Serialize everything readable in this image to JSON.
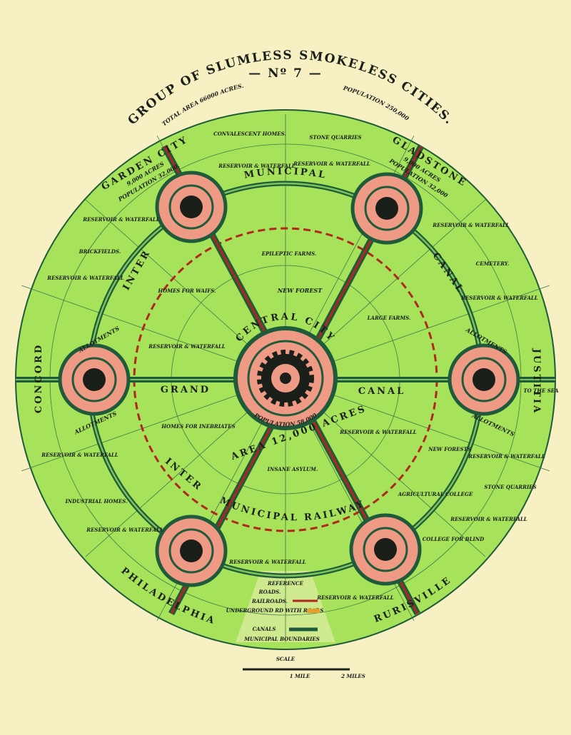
{
  "header": {
    "number": "— Nº 7 —",
    "title": "GROUP OF SLUMLESS SMOKELESS CITIES.",
    "total_area": "TOTAL AREA 66000 ACRES.",
    "population": "POPULATION 250,000"
  },
  "cities": {
    "garden_city": {
      "name": "GARDEN CITY",
      "acres": "9,000 ACRES",
      "population": "POPULATION 32,000."
    },
    "gladstone": {
      "name": "GLADSTONE",
      "acres": "9,000 ACRES",
      "population": "POPULATION 32,000"
    },
    "concord": {
      "name": "CONCORD"
    },
    "justitia": {
      "name": "JUSTITIA"
    },
    "philadelphia": {
      "name": "PHILADELPHIA"
    },
    "rurisville": {
      "name": "RURISVILLE"
    },
    "central": {
      "name": "CENTRAL CITY",
      "population": "POPULATION 58,000",
      "area": "AREA 12,000 ACRES"
    }
  },
  "canal": {
    "municipal_top": "MUNICIPAL",
    "canal_right": "CANAL",
    "inter_left": "INTER",
    "grand": "GRAND",
    "canal_mid": "CANAL",
    "inter_bottom": "INTER",
    "municipal_railway": "MUNICIPAL RAILWAY"
  },
  "labels": {
    "convalescent": "CONVALESCENT HOMES.",
    "stone_quarries": "STONE QUARRIES",
    "brickfields": "BRICKFIELDS.",
    "cemetery": "CEMETERY.",
    "epileptic": "EPILEPTIC FARMS.",
    "new_forest": "NEW FOREST",
    "homes_waifs": "HOMES FOR WAIFS.",
    "large_farms": "LARGE FARMS.",
    "homes_inebriates": "HOMES FOR INEBRIATES",
    "insane_asylum": "INSANE ASYLUM.",
    "industrial_homes": "INDUSTRIAL HOMES.",
    "new_forests": "NEW FORESTS",
    "agricultural_college": "AGRICULTURAL COLLEGE",
    "stone_quarries_2": "STONE QUARRIES",
    "college_blind": "COLLEGE FOR BLIND",
    "to_the_sea": "TO THE SEA",
    "allotments": "ALLOTMENTS",
    "reservoir": "RESERVOIR & WATERFALL"
  },
  "legend": {
    "reference": "REFERENCE",
    "roads": "ROADS.",
    "railroads": "RAILROADS.",
    "underground": "UNDERGROUND RD WITH ROADS",
    "canals": "CANALS",
    "municipal_boundaries": "MUNICIPAL BOUNDARIES",
    "scale": "SCALE",
    "scale_1": "1 MILE",
    "scale_2": "2 MILES"
  },
  "colors": {
    "paper": "#f6f0c2",
    "green": "#a6e25a",
    "dark_green": "#1f5a3a",
    "salmon": "#ee9a84",
    "railway_red": "#b0271c",
    "ink": "#1a1f1a"
  }
}
